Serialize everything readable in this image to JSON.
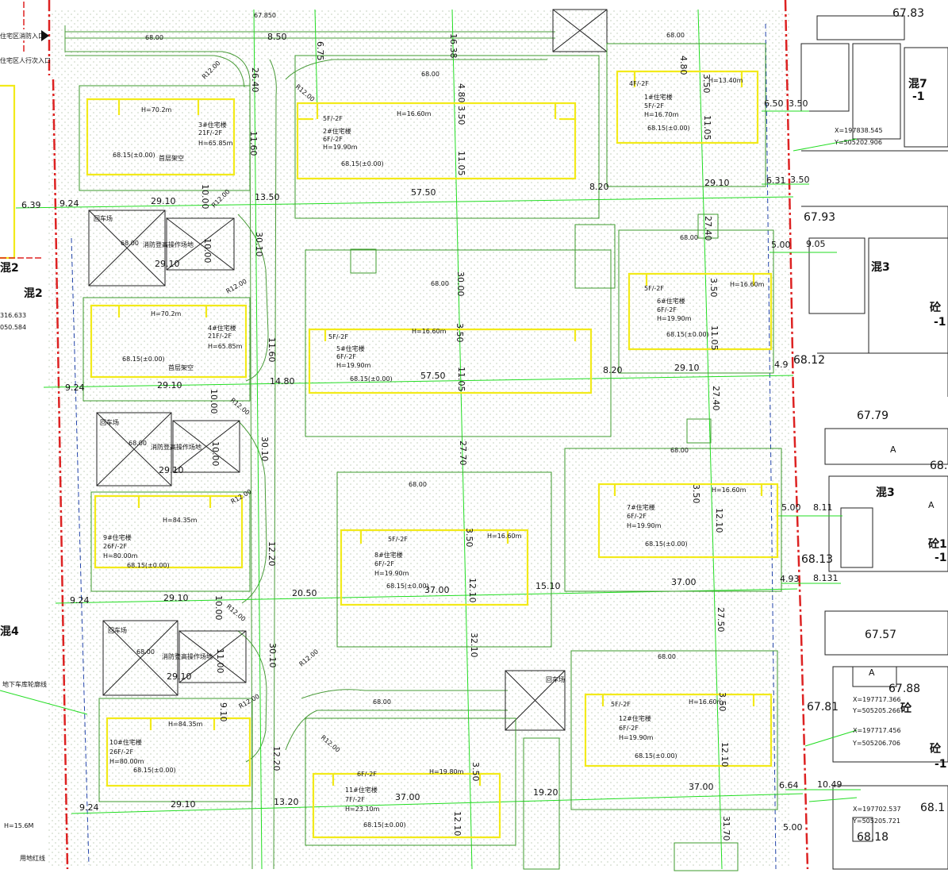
{
  "colors": {
    "background": "#ffffff",
    "building_outline": "#f2ea1a",
    "podium_outline": "#3e9b2d",
    "dimension_line": "#22dd22",
    "redline": "#dd2222",
    "setback": "#2244aa",
    "hatch": "#c9d7c0",
    "neighbour_bg": "#f2f2f2"
  },
  "legend": {
    "fire_entrance": "住宅区消防入口",
    "pedestrian_entrance": "住宅区人行次入口",
    "basement_line": "地下车库轮廓线",
    "site_redline": "用地红线",
    "h_note": "H=15.6M"
  },
  "buildings": [
    {
      "name": "2#住宅楼",
      "above": "5F/-2F",
      "floors": "6F/-2F",
      "h": "H=19.90m",
      "top": "H=16.60m",
      "elev": "68.15(±0.00)"
    },
    {
      "name": "3#住宅楼",
      "above": "",
      "floors": "21F/-2F",
      "h": "H=65.85m",
      "top": "H=70.2m",
      "elev": "68.15(±0.00)",
      "note": "首层架空"
    },
    {
      "name": "1#住宅楼",
      "above": "4F/-2F",
      "floors": "5F/-2F",
      "h": "H=16.70m",
      "top": "H=13.40m",
      "elev": "68.15(±0.00)"
    },
    {
      "name": "4#住宅楼",
      "above": "",
      "floors": "21F/-2F",
      "h": "H=65.85m",
      "top": "H=70.2m",
      "elev": "68.15(±0.00)",
      "note": "首层架空"
    },
    {
      "name": "5#住宅楼",
      "above": "5F/-2F",
      "floors": "6F/-2F",
      "h": "H=19.90m",
      "top": "H=16.60m",
      "elev": "68.15(±0.00)"
    },
    {
      "name": "6#住宅楼",
      "above": "5F/-2F",
      "floors": "6F/-2F",
      "h": "H=19.90m",
      "top": "H=16.60m",
      "elev": "68.15(±0.00)"
    },
    {
      "name": "9#住宅楼",
      "above": "",
      "floors": "26F/-2F",
      "h": "H=80.00m",
      "top": "H=84.35m",
      "elev": "68.15(±0.00)"
    },
    {
      "name": "7#住宅楼",
      "above": "5F/-2F",
      "floors": "6F/-2F",
      "h": "H=19.90m",
      "top": "H=16.60m",
      "elev": "68.15(±0.00)"
    },
    {
      "name": "8#住宅楼",
      "above": "5F/-2F",
      "floors": "6F/-2F",
      "h": "H=19.90m",
      "top": "H=16.60m",
      "elev": "68.15(±0.00)"
    },
    {
      "name": "10#住宅楼",
      "above": "",
      "floors": "26F/-2F",
      "h": "H=80.00m",
      "top": "H=84.35m",
      "elev": "68.15(±0.00)"
    },
    {
      "name": "12#住宅楼",
      "above": "5F/-2F",
      "floors": "6F/-2F",
      "h": "H=19.90m",
      "top": "H=16.60m",
      "elev": "68.15(±0.00)"
    },
    {
      "name": "11#住宅楼",
      "above": "6F/-2F",
      "floors": "7F/-2F",
      "h": "H=23.10m",
      "top": "H=19.80m",
      "elev": "68.15(±0.00)"
    }
  ],
  "plaza": {
    "turnaround": "回车场",
    "fire_work": "消防登高操作场地",
    "level": "68.00"
  },
  "dimensions": {
    "d_8_50": "8.50",
    "d_6_75": "6.75",
    "d_16_38": "16.38",
    "d_26_40": "26.40",
    "d_11_60": "11.60",
    "d_11_60b": "11.60",
    "d_14_80": "14.80",
    "d_4_80": "4.80",
    "d_3_50": "3.50",
    "d_11_05": "11.05",
    "d_57_50": "57.50",
    "d_57_50b": "57.50",
    "d_8_20": "8.20",
    "d_8_20b": "8.20",
    "d_29_10": "29.10",
    "d_6_31": "6.31",
    "d_6_50": "6.50",
    "d_13_50": "13.50",
    "d_30_10": "30.10",
    "d_10_00": "10.00",
    "d_6_39": "6.39",
    "d_9_24": "9.24",
    "d_27_40": "27.40",
    "d_5_00": "5.00",
    "d_9_05": "9.05",
    "d_30_00": "30.00",
    "d_4_93": "4.93",
    "d_27_70": "27.70",
    "d_12_20": "12.20",
    "d_8_11": "8.11",
    "d_12_10": "12.10",
    "d_37_00": "37.00",
    "d_15_10": "15.10",
    "d_20_50": "20.50",
    "d_27_50": "27.50",
    "d_32_10": "32.10",
    "d_9_10": "9.10",
    "d_19_20": "19.20",
    "d_13_20": "13.20",
    "d_6_64": "6.64",
    "d_10_49": "10.49",
    "d_31_70": "31.70",
    "d_11_00": "11.00",
    "d_12_00": "R12.00",
    "d_67_850": "67.850",
    "d_4_90": "4.9"
  },
  "coords": {
    "c1x": "X=197838.545",
    "c1y": "Y=505202.906",
    "c2x": "X=197717.366",
    "c2y": "Y=505205.266",
    "c3x": "X=197717.456",
    "c3y": "Y=505206.706",
    "c4x": "X=197702.537",
    "c4y": "Y=505205.721",
    "c5": "316.633",
    "c6": "050.584"
  },
  "neighbours": {
    "e1": "67.83",
    "e2": "67.93",
    "e3": "68.12",
    "e4": "67.79",
    "e5": "68.",
    "e6": "68.13",
    "e7": "67.57",
    "e8": "67.88",
    "e9": "67.81",
    "e10": "68.1",
    "e11": "68.18",
    "e12": "8.131",
    "t1": "混7",
    "t1b": "-1",
    "t2": "混3",
    "t3": "砼",
    "t3b": "-1",
    "t4": "混3",
    "t5": "砼1",
    "t5b": "-1",
    "t6": "砼",
    "t7": "砼",
    "t7b": "-1",
    "w1": "混2",
    "w2": "混2",
    "w3": "混4",
    "a1": "A",
    "a2": "A",
    "a3": "A",
    "dim_3_50": "3.50"
  }
}
